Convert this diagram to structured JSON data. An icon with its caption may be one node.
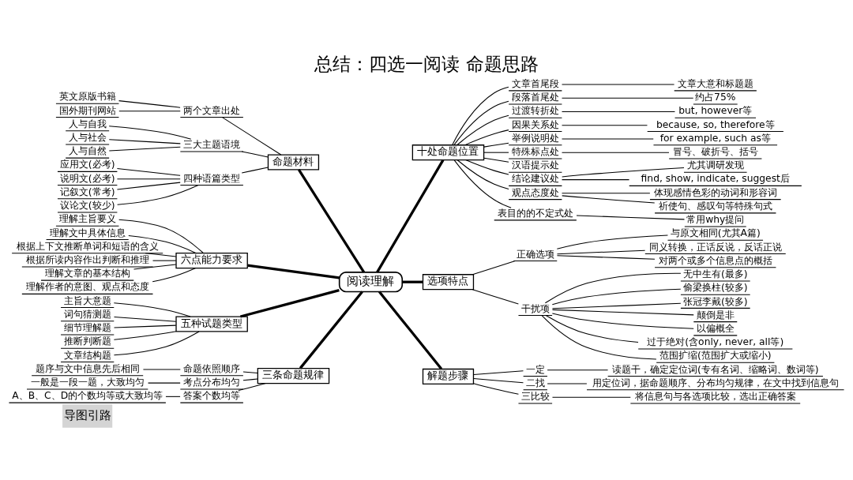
{
  "diagram": {
    "title": "总结：四选一阅读 命题思路",
    "nodes": [
      {
        "text": [
          "阅读理解"
        ]
      },
      {
        "text": [
          "命题材料"
        ]
      },
      {
        "text": [
          "两个文章出处"
        ]
      },
      {
        "text": [
          "英文原版书籍"
        ]
      },
      {
        "text": [
          "国外期刊网站"
        ]
      },
      {
        "text": [
          "三大主题语境"
        ]
      },
      {
        "text": [
          "人与自我"
        ]
      },
      {
        "text": [
          "人与社会"
        ]
      },
      {
        "text": [
          "人与自然"
        ]
      },
      {
        "text": [
          "四种语篇类型"
        ]
      },
      {
        "text": [
          "应用文(必考)"
        ]
      },
      {
        "text": [
          "说明文(必考)"
        ]
      },
      {
        "text": [
          "记叙文(常考)"
        ]
      },
      {
        "text": [
          "议论文(较少)"
        ]
      },
      {
        "text": [
          "六点能力要求"
        ]
      },
      {
        "text": [
          "理解主旨要义"
        ]
      },
      {
        "text": [
          "理解文中具体信息"
        ]
      },
      {
        "text": [
          "根据上下文推断单词和短语的含义"
        ]
      },
      {
        "text": [
          "根据所读内容作出判断和推理"
        ]
      },
      {
        "text": [
          "理解文章的基本结构"
        ]
      },
      {
        "text": [
          "理解作者的意图、观点和态度"
        ]
      },
      {
        "text": [
          "五种试题类型"
        ]
      },
      {
        "text": [
          "主旨大意题"
        ]
      },
      {
        "text": [
          "词句猜测题"
        ]
      },
      {
        "text": [
          "细节理解题"
        ]
      },
      {
        "text": [
          "推断判断题"
        ]
      },
      {
        "text": [
          "文章结构题"
        ]
      },
      {
        "text": [
          "三条命题规律"
        ]
      },
      {
        "text": [
          "命题依照顺序"
        ]
      },
      {
        "text": [
          "题序与文中信息先后相同"
        ]
      },
      {
        "text": [
          "考点分布均匀"
        ]
      },
      {
        "text": [
          "一般是一段一题，大致均匀"
        ]
      },
      {
        "text": [
          "答案个数均等"
        ]
      },
      {
        "text": [
          "A、B、C、D的个数均等或大致均等"
        ]
      },
      {
        "text": [
          "十处命题位置"
        ]
      },
      {
        "text": [
          "文章首尾段"
        ]
      },
      {
        "text": [
          "文章大意和标题题"
        ]
      },
      {
        "text": [
          "段落首尾处"
        ]
      },
      {
        "text": [
          "约占75%"
        ]
      },
      {
        "text": [
          "过渡转折处"
        ]
      },
      {
        "text": [
          "but, however等"
        ]
      },
      {
        "text": [
          "因果关系处"
        ]
      },
      {
        "text": [
          "because, so, therefore等"
        ]
      },
      {
        "text": [
          "举例说明处"
        ]
      },
      {
        "text": [
          "for example, such as等"
        ]
      },
      {
        "text": [
          "特殊标点处"
        ]
      },
      {
        "text": [
          "冒号、破折号、括号"
        ]
      },
      {
        "text": [
          "汉语提示处"
        ]
      },
      {
        "text": [
          "结论建议处"
        ]
      },
      {
        "text": [
          "尤其调研发现"
        ]
      },
      {
        "text": [
          "find, show, indicate, suggest后"
        ]
      },
      {
        "text": [
          "观点态度处"
        ]
      },
      {
        "text": [
          "体现感情色彩的动词和形容词"
        ]
      },
      {
        "text": [
          "祈使句、感叹句等特殊句式"
        ]
      },
      {
        "text": [
          "表目的的不定式处"
        ]
      },
      {
        "text": [
          "常用why提问"
        ]
      },
      {
        "text": [
          "选项特点"
        ]
      },
      {
        "text": [
          "正确选项"
        ]
      },
      {
        "text": [
          "与原文相同(尤其A篇)"
        ]
      },
      {
        "text": [
          "同义转换，正话反说，反话正说"
        ]
      },
      {
        "text": [
          "对两个或多个信息点的概括"
        ]
      },
      {
        "text": [
          "干扰项"
        ]
      },
      {
        "text": [
          "无中生有(最多)"
        ]
      },
      {
        "text": [
          "偷梁换柱(较多)"
        ]
      },
      {
        "text": [
          "张冠李戴(较多)"
        ]
      },
      {
        "text": [
          "颠倒是非"
        ]
      },
      {
        "text": [
          "以偏概全"
        ]
      },
      {
        "text": [
          "过于绝对(含only, never, all等)"
        ]
      },
      {
        "text": [
          "范围扩缩(范围扩大或缩小)"
        ]
      },
      {
        "text": [
          "解题步骤"
        ]
      },
      {
        "text": [
          "一定"
        ]
      },
      {
        "text": [
          "读题干，确定定位词(专有名词、缩略词、数词等)"
        ]
      },
      {
        "text": [
          "二找"
        ]
      },
      {
        "text": [
          "用定位词，据命题顺序、分布均匀规律，在文中找到信息句"
        ]
      },
      {
        "text": [
          "三比较"
        ]
      },
      {
        "text": [
          "将信息句与各选项比较，选出正确答案"
        ]
      }
    ],
    "edges": [
      {
        "from": 3,
        "to": 2,
        "arrow": "none"
      },
      {
        "from": 4,
        "to": 2,
        "arrow": "none"
      },
      {
        "from": 6,
        "to": 5,
        "arrow": "none"
      },
      {
        "from": 7,
        "to": 5,
        "arrow": "none"
      },
      {
        "from": 8,
        "to": 5,
        "arrow": "none"
      },
      {
        "from": 10,
        "to": 9,
        "arrow": "none"
      },
      {
        "from": 11,
        "to": 9,
        "arrow": "none"
      },
      {
        "from": 12,
        "to": 9,
        "arrow": "none"
      },
      {
        "from": 13,
        "to": 9,
        "arrow": "none"
      },
      {
        "from": 2,
        "to": 1,
        "arrow": "none"
      },
      {
        "from": 5,
        "to": 1,
        "arrow": "none"
      },
      {
        "from": 9,
        "to": 1,
        "arrow": "none"
      },
      {
        "from": 1,
        "to": 0,
        "arrow": "none",
        "style": "thick"
      },
      {
        "from": 15,
        "to": 14,
        "arrow": "none"
      },
      {
        "from": 16,
        "to": 14,
        "arrow": "none"
      },
      {
        "from": 17,
        "to": 14,
        "arrow": "none"
      },
      {
        "from": 18,
        "to": 14,
        "arrow": "none"
      },
      {
        "from": 19,
        "to": 14,
        "arrow": "none"
      },
      {
        "from": 20,
        "to": 14,
        "arrow": "none"
      },
      {
        "from": 14,
        "to": 0,
        "arrow": "none",
        "style": "thick"
      },
      {
        "from": 22,
        "to": 21,
        "arrow": "none"
      },
      {
        "from": 23,
        "to": 21,
        "arrow": "none"
      },
      {
        "from": 24,
        "to": 21,
        "arrow": "none"
      },
      {
        "from": 25,
        "to": 21,
        "arrow": "none"
      },
      {
        "from": 26,
        "to": 21,
        "arrow": "none"
      },
      {
        "from": 21,
        "to": 0,
        "arrow": "none",
        "style": "thick"
      },
      {
        "from": 29,
        "to": 28,
        "arrow": "none"
      },
      {
        "from": 31,
        "to": 30,
        "arrow": "none"
      },
      {
        "from": 33,
        "to": 32,
        "arrow": "none"
      },
      {
        "from": 28,
        "to": 27,
        "arrow": "none"
      },
      {
        "from": 30,
        "to": 27,
        "arrow": "none"
      },
      {
        "from": 32,
        "to": 27,
        "arrow": "none"
      },
      {
        "from": 27,
        "to": 0,
        "arrow": "none",
        "style": "thick"
      },
      {
        "from": 0,
        "to": 34,
        "arrow": "none",
        "style": "thick"
      },
      {
        "from": 34,
        "to": 35,
        "arrow": "none"
      },
      {
        "from": 35,
        "to": 36,
        "arrow": "none"
      },
      {
        "from": 34,
        "to": 37,
        "arrow": "none"
      },
      {
        "from": 37,
        "to": 38,
        "arrow": "none"
      },
      {
        "from": 34,
        "to": 39,
        "arrow": "none"
      },
      {
        "from": 39,
        "to": 40,
        "arrow": "none"
      },
      {
        "from": 34,
        "to": 41,
        "arrow": "none"
      },
      {
        "from": 41,
        "to": 42,
        "arrow": "none"
      },
      {
        "from": 34,
        "to": 43,
        "arrow": "none"
      },
      {
        "from": 43,
        "to": 44,
        "arrow": "none"
      },
      {
        "from": 34,
        "to": 45,
        "arrow": "none"
      },
      {
        "from": 45,
        "to": 46,
        "arrow": "none"
      },
      {
        "from": 34,
        "to": 47,
        "arrow": "none"
      },
      {
        "from": 34,
        "to": 48,
        "arrow": "none"
      },
      {
        "from": 48,
        "to": 49,
        "arrow": "none"
      },
      {
        "from": 48,
        "to": 50,
        "arrow": "none"
      },
      {
        "from": 34,
        "to": 51,
        "arrow": "none"
      },
      {
        "from": 51,
        "to": 52,
        "arrow": "none"
      },
      {
        "from": 51,
        "to": 53,
        "arrow": "none"
      },
      {
        "from": 34,
        "to": 54,
        "arrow": "none"
      },
      {
        "from": 54,
        "to": 55,
        "arrow": "none"
      },
      {
        "from": 0,
        "to": 56,
        "arrow": "none",
        "style": "thick"
      },
      {
        "from": 56,
        "to": 57,
        "arrow": "none"
      },
      {
        "from": 57,
        "to": 58,
        "arrow": "none"
      },
      {
        "from": 57,
        "to": 59,
        "arrow": "none"
      },
      {
        "from": 57,
        "to": 60,
        "arrow": "none"
      },
      {
        "from": 56,
        "to": 61,
        "arrow": "none"
      },
      {
        "from": 61,
        "to": 62,
        "arrow": "none"
      },
      {
        "from": 61,
        "to": 63,
        "arrow": "none"
      },
      {
        "from": 61,
        "to": 64,
        "arrow": "none"
      },
      {
        "from": 61,
        "to": 65,
        "arrow": "none"
      },
      {
        "from": 61,
        "to": 66,
        "arrow": "none"
      },
      {
        "from": 61,
        "to": 67,
        "arrow": "none"
      },
      {
        "from": 61,
        "to": 68,
        "arrow": "none"
      },
      {
        "from": 0,
        "to": 69,
        "arrow": "none",
        "style": "thick"
      },
      {
        "from": 69,
        "to": 70,
        "arrow": "none"
      },
      {
        "from": 70,
        "to": 71,
        "arrow": "none"
      },
      {
        "from": 69,
        "to": 72,
        "arrow": "none"
      },
      {
        "from": 72,
        "to": 73,
        "arrow": "none"
      },
      {
        "from": 69,
        "to": 74,
        "arrow": "none"
      },
      {
        "from": 74,
        "to": 75,
        "arrow": "none"
      }
    ],
    "labels": [
      "导图引路"
    ]
  }
}
